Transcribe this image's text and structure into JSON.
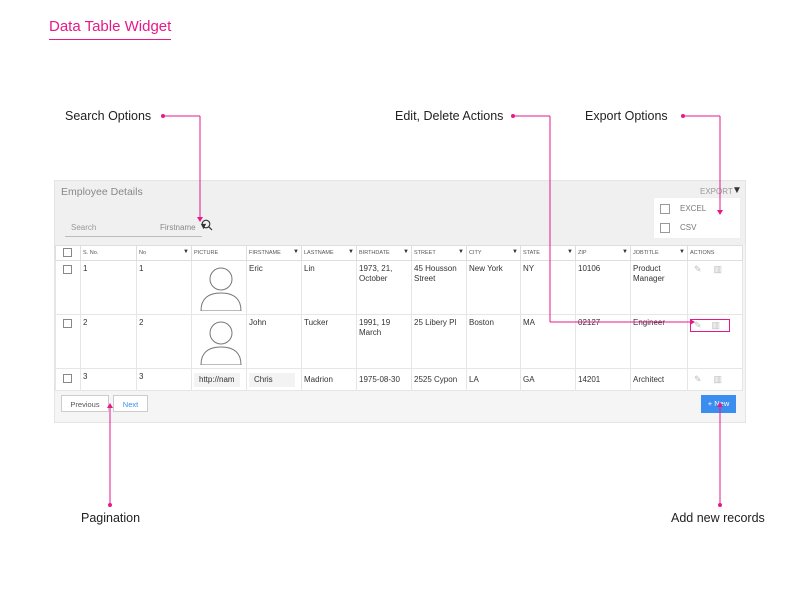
{
  "page_title": "Data Table Widget",
  "callouts": {
    "search": "Search Options",
    "edit_delete": "Edit, Delete Actions",
    "export": "Export Options",
    "pagination": "Pagination",
    "add_new": "Add new records"
  },
  "widget": {
    "title": "Employee Details",
    "search": {
      "placeholder": "Search",
      "field": "Firstname"
    },
    "export": {
      "label": "EXPORT",
      "options": [
        "EXCEL",
        "CSV"
      ]
    },
    "columns": [
      "S. No.",
      "No",
      "PICTURE",
      "FIRSTNAME",
      "LASTNAME",
      "BIRTHDATE",
      "STREET",
      "CITY",
      "STATE",
      "ZIP",
      "JOBTITLE",
      "ACTIONS"
    ],
    "rows": [
      {
        "sno": "1",
        "no": "1",
        "picture": "",
        "firstname": "Eric",
        "lastname": "Lin",
        "birthdate": "1973, 21, October",
        "street": "45 Housson Street",
        "city": "New York",
        "state": "NY",
        "zip": "10106",
        "jobtitle": "Product Manager"
      },
      {
        "sno": "2",
        "no": "2",
        "picture": "",
        "firstname": "John",
        "lastname": "Tucker",
        "birthdate": "1991, 19 March",
        "street": "25 Libery Pl",
        "city": "Boston",
        "state": "MA",
        "zip": "02127",
        "jobtitle": "Engineer"
      },
      {
        "sno": "3",
        "no": "3",
        "picture": "http://nam",
        "firstname": "Chris",
        "lastname": "Madrion",
        "birthdate": "1975-08-30",
        "street": "2525 Cypon",
        "city": "LA",
        "state": "GA",
        "zip": "14201",
        "jobtitle": "Architect"
      }
    ],
    "pagination": {
      "previous": "Previous",
      "next": "Next"
    },
    "new_button": "+ New"
  },
  "colors": {
    "accent": "#e6198a",
    "primary_button": "#3b8ef0"
  }
}
